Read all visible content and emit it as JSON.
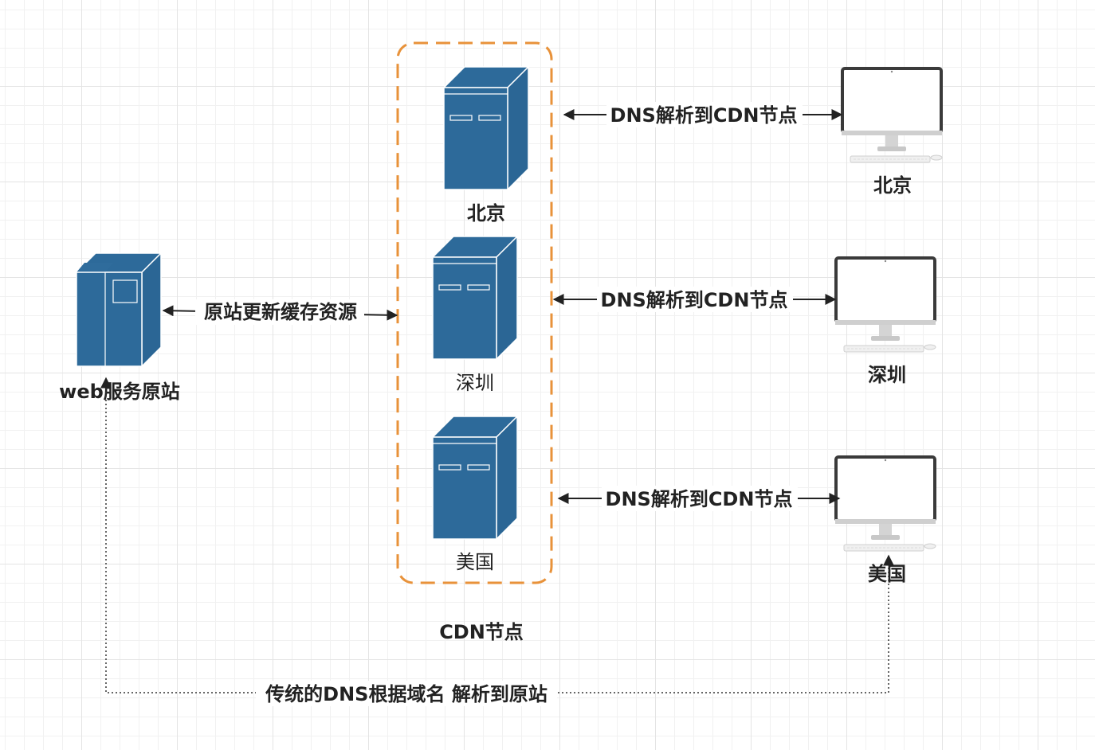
{
  "origin": {
    "label": "web服务原站"
  },
  "origin_link": {
    "label": "原站更新缓存资源"
  },
  "cdn_group": {
    "label": "CDN节点"
  },
  "cdn_nodes": [
    {
      "label": "北京"
    },
    {
      "label": "深圳"
    },
    {
      "label": "美国"
    }
  ],
  "clients": [
    {
      "label": "北京"
    },
    {
      "label": "深圳"
    },
    {
      "label": "美国"
    }
  ],
  "dns_links": [
    {
      "label": "DNS解析到CDN节点"
    },
    {
      "label": "DNS解析到CDN节点"
    },
    {
      "label": "DNS解析到CDN节点"
    }
  ],
  "traditional_link": {
    "label": "传统的DNS根据域名 解析到原站"
  },
  "colors": {
    "server_front": "#2d6a9a",
    "server_side": "#2f6c9c",
    "server_outline": "#ffffff",
    "group_border": "#e8923a",
    "arrow": "#222222",
    "monitor_frame": "#3a3a3a",
    "monitor_stand": "#d4d4d4"
  },
  "icons": {
    "origin": "web-server-icon",
    "cdn": "server-tower-icon",
    "client": "desktop-computer-icon"
  }
}
